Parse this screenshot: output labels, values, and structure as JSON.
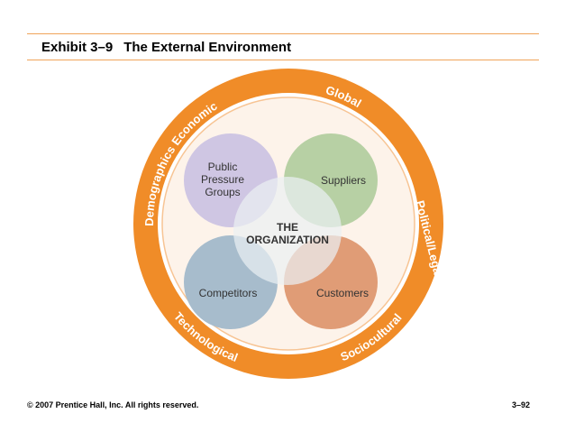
{
  "header": {
    "exhibit_label": "Exhibit 3–9",
    "title": "The External Environment"
  },
  "ring_labels": {
    "economic": "Economic",
    "global": "Global",
    "political_legal": "Political/Legal",
    "sociocultural": "Sociocultural",
    "technological": "Technological",
    "demographics": "Demographics"
  },
  "circles": {
    "public_pressure": [
      "Public",
      "Pressure",
      "Groups"
    ],
    "suppliers": "Suppliers",
    "competitors": "Competitors",
    "customers": "Customers"
  },
  "center": [
    "THE",
    "ORGANIZATION"
  ],
  "footer": {
    "copyright": "© 2007 Prentice Hall, Inc. All rights reserved.",
    "page": "3–92"
  },
  "colors": {
    "orange": "#f08c28",
    "ring_background": "#fdf3ea",
    "public_pressure": "#cfc6e3",
    "suppliers": "#b7d0a4",
    "competitors": "#a7bccc",
    "customers": "#e09c76",
    "center": "#eaf0f2",
    "rule": "#f0a45a"
  }
}
